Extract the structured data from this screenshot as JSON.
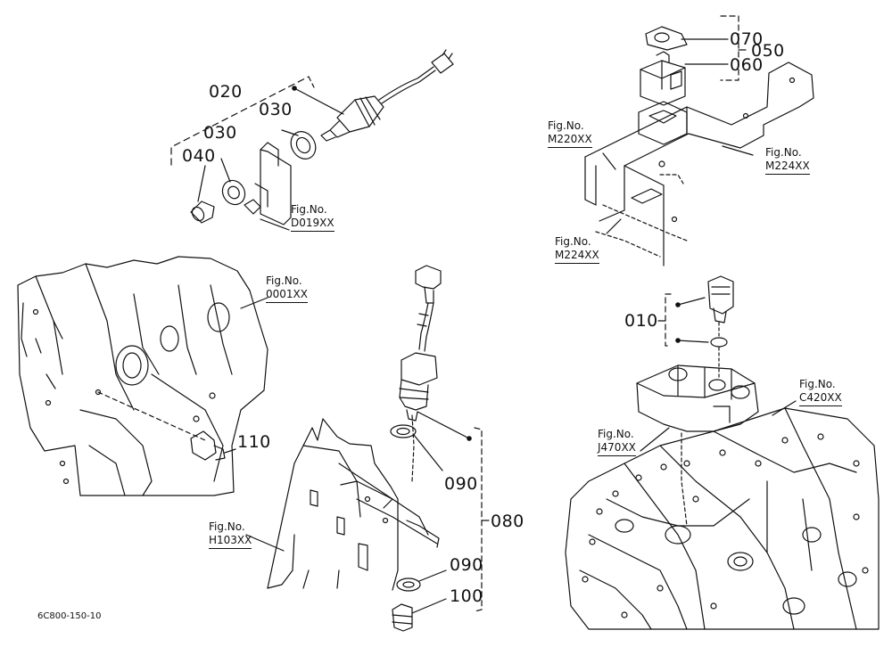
{
  "part_numbers": {
    "p010": "010",
    "p020": "020",
    "p030a": "030",
    "p030b": "030",
    "p040": "040",
    "p050": "050",
    "p060": "060",
    "p070": "070",
    "p080": "080",
    "p090a": "090",
    "p090b": "090",
    "p100": "100",
    "p110": "110"
  },
  "figure_refs": {
    "caption": "Fig.No.",
    "d019": "D019XX",
    "m220": "M220XX",
    "m224a": "M224XX",
    "m224b": "M224XX",
    "f0001": "0001XX",
    "h103": "H103XX",
    "j470": "J470XX",
    "c420": "C420XX"
  },
  "diagram_code": "6C800-150-10",
  "colors": {
    "line": "#111111",
    "background": "#ffffff"
  }
}
